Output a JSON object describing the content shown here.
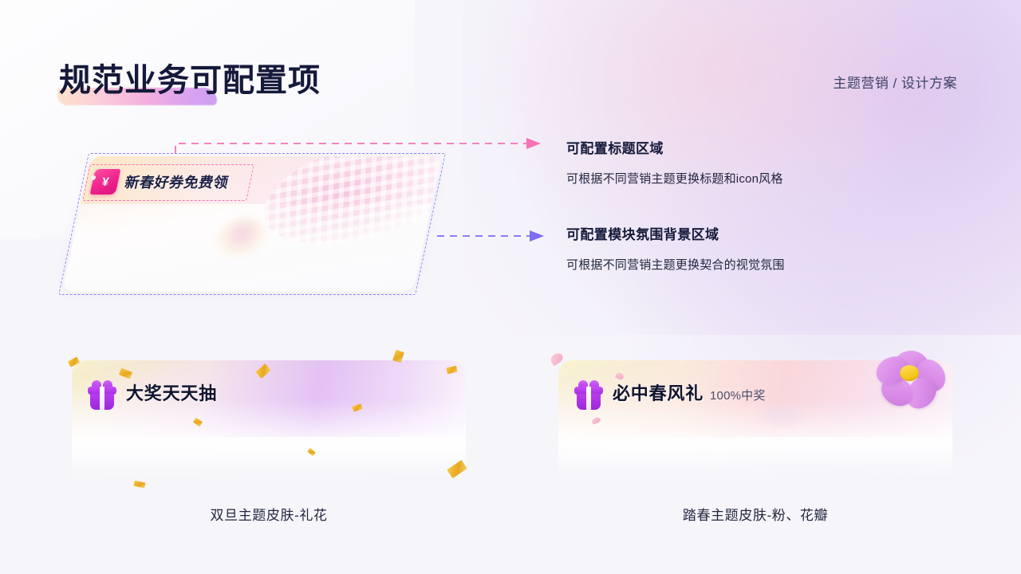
{
  "header": {
    "title": "规范业务可配置项",
    "breadcrumb": "主题营销 / 设计方案"
  },
  "mockup": {
    "banner_title": "新春好券免费领",
    "coupon_icon_symbol": "¥",
    "coupon_icon_name": "coupon-yen-icon",
    "module_outline_color": "#8a7cf0",
    "title_outline_color": "#f472b6"
  },
  "annotations": [
    {
      "heading": "可配置标题区域",
      "body": "可根据不同营销主题更换标题和icon风格",
      "arrow_color": "#f472b6"
    },
    {
      "heading": "可配置模块氛围背景区域",
      "body": "可根据不同营销主题更换契合的视觉氛围",
      "arrow_color": "#7c6cf0"
    }
  ],
  "showcase": [
    {
      "title": "大奖天天抽",
      "subtitle": "",
      "icon_name": "gift-box-icon",
      "caption": "双旦主题皮肤-礼花",
      "theme_accent": "#b93dee"
    },
    {
      "title": "必中春风礼",
      "subtitle": "100%中奖",
      "icon_name": "gift-box-icon",
      "caption": "踏春主题皮肤-粉、花瓣",
      "theme_accent": "#d98ce8"
    }
  ],
  "palette": {
    "background": "#f6f5fa",
    "title_text": "#15193a",
    "pink_accent": "#f472b6",
    "purple_accent": "#8a7cf0",
    "gold_confetti": "#f7c948"
  }
}
